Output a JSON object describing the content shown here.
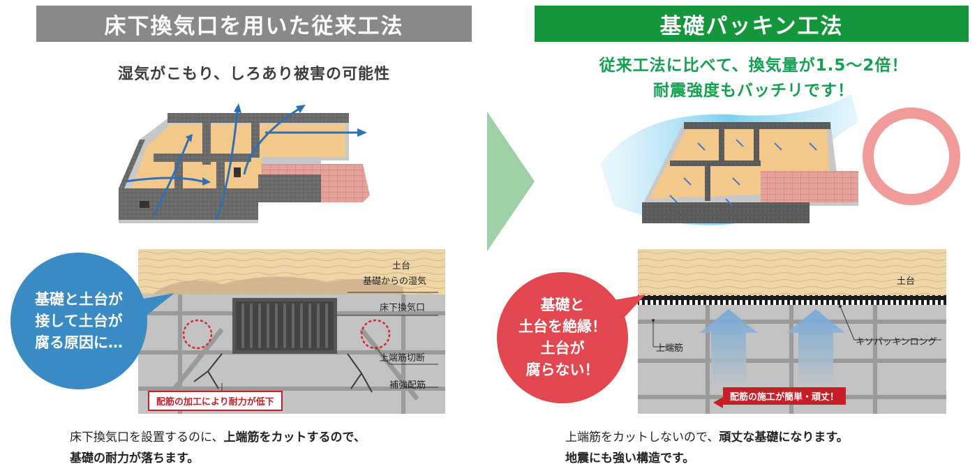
{
  "left": {
    "header": "床下換気口を用いた従来工法",
    "subtitle": "湿気がこもり、しろあり被害の可能性",
    "bubble": [
      "基礎と土台が",
      "接して土台が",
      "腐る原因に…"
    ],
    "labels": {
      "sill": "土台",
      "moisture": "基礎からの湿気",
      "vent": "床下換気口",
      "cut": "上端筋切断",
      "reinforce": "補強配筋"
    },
    "warning": "配筋の加工により耐力が低下",
    "caption": {
      "line1_plain": "床下換気口を設置するのに、",
      "line1_bold": "上端筋をカットするので、",
      "line2_bold": "基礎の耐力が落ちます。"
    }
  },
  "right": {
    "header": "基礎パッキン工法",
    "subtitle_lines": [
      "従来工法に比べて、換気量が1.5〜2倍！",
      "耐震強度もバッチリです！"
    ],
    "bubble": [
      "基礎と",
      "土台を絶縁！",
      "土台が",
      "腐らない！"
    ],
    "labels": {
      "sill": "土台",
      "rebar": "上端筋",
      "packing": "キソパッキンロング"
    },
    "tag": "配筋の施工が簡単・頑丈！",
    "caption": {
      "line1_plain": "上端筋をカットしないので、",
      "line1_bold": "頑丈な基礎になります。",
      "line2_bold": "地震にも強い構造です。"
    }
  },
  "colors": {
    "gray_header": "#898989",
    "green_header": "#14963c",
    "green_text": "#14a050",
    "blue_bubble": "#3a8ac4",
    "red_bubble": "#e2474f",
    "arrow_green": "#9fd1a8",
    "good_ring": "#f09a9a"
  }
}
